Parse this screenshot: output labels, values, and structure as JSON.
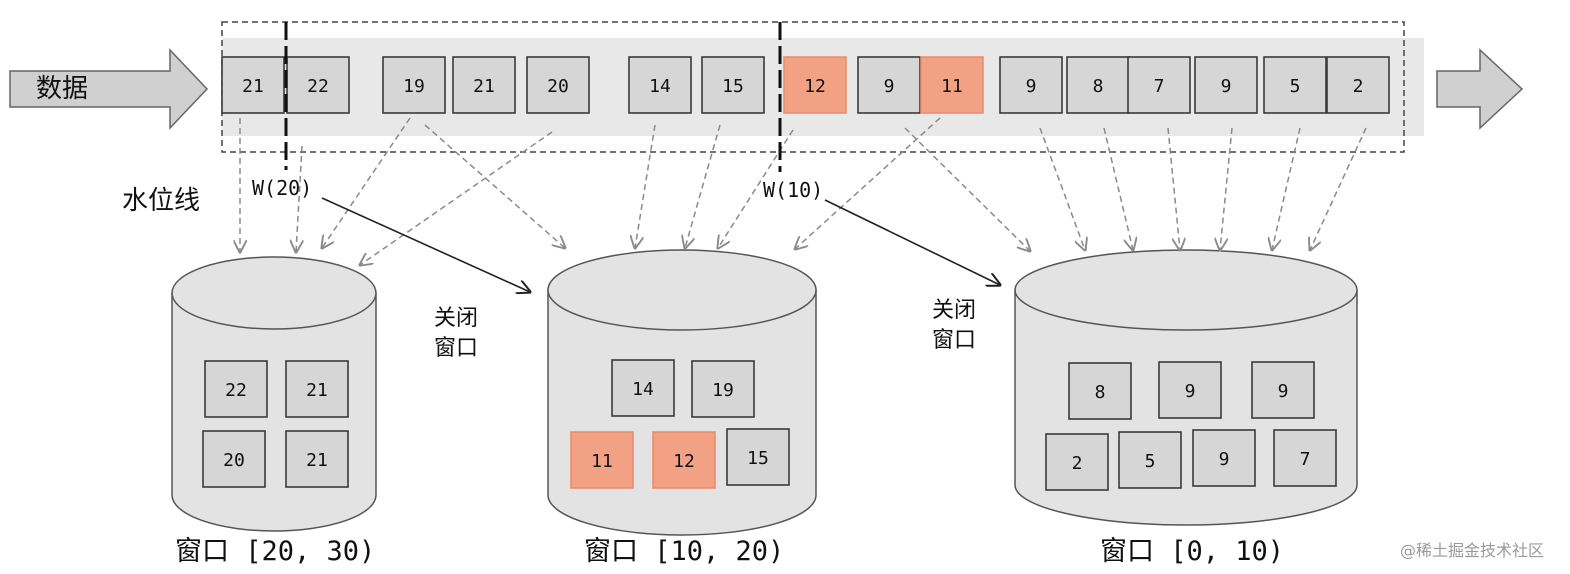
{
  "labels": {
    "data": "数据",
    "watermark_line": "水位线",
    "close_window_1": "关闭\n窗口",
    "close_window_2": "关闭\n窗口",
    "credit": "@稀土掘金技术社区"
  },
  "watermarks": [
    {
      "label": "W(20)"
    },
    {
      "label": "W(10)"
    }
  ],
  "stream": [
    {
      "value": "21",
      "late": false
    },
    {
      "value": "22",
      "late": false
    },
    {
      "value": "19",
      "late": false
    },
    {
      "value": "21",
      "late": false
    },
    {
      "value": "20",
      "late": false
    },
    {
      "value": "14",
      "late": false
    },
    {
      "value": "15",
      "late": false
    },
    {
      "value": "12",
      "late": true
    },
    {
      "value": "9",
      "late": false
    },
    {
      "value": "11",
      "late": true
    },
    {
      "value": "9",
      "late": false
    },
    {
      "value": "8",
      "late": false
    },
    {
      "value": "7",
      "late": false
    },
    {
      "value": "9",
      "late": false
    },
    {
      "value": "5",
      "late": false
    },
    {
      "value": "2",
      "late": false
    }
  ],
  "windows": [
    {
      "label": "窗口 [20, 30)",
      "items": [
        {
          "value": "22",
          "late": false
        },
        {
          "value": "21",
          "late": false
        },
        {
          "value": "20",
          "late": false
        },
        {
          "value": "21",
          "late": false
        }
      ]
    },
    {
      "label": "窗口 [10, 20)",
      "items": [
        {
          "value": "14",
          "late": false
        },
        {
          "value": "19",
          "late": false
        },
        {
          "value": "11",
          "late": true
        },
        {
          "value": "12",
          "late": true
        },
        {
          "value": "15",
          "late": false
        }
      ]
    },
    {
      "label": "窗口 [0, 10)",
      "items": [
        {
          "value": "8",
          "late": false
        },
        {
          "value": "9",
          "late": false
        },
        {
          "value": "9",
          "late": false
        },
        {
          "value": "2",
          "late": false
        },
        {
          "value": "5",
          "late": false
        },
        {
          "value": "9",
          "late": false
        },
        {
          "value": "7",
          "late": false
        }
      ]
    }
  ],
  "colors": {
    "box_fill": "#d6d6d6",
    "late_fill": "#f2a184",
    "stream_band": "#e8e8e8",
    "cylinder_fill": "#e3e3e3",
    "arrow_fill": "#d0d0d0",
    "stroke": "#3a3a3a",
    "dashed_arrow": "#8a8a8a"
  }
}
